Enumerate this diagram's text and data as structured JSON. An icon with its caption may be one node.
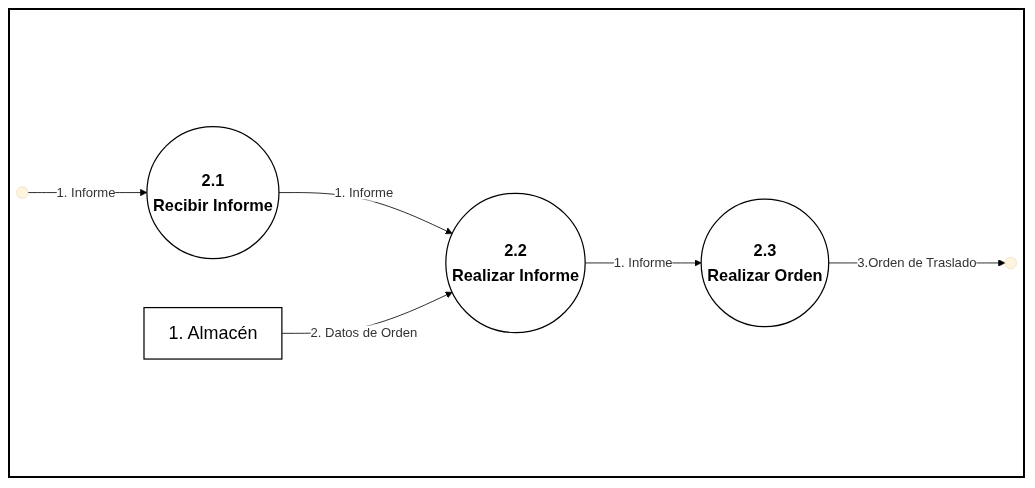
{
  "diagram": {
    "nodes": [
      {
        "text": [
          "2.1",
          "Recibir Informe"
        ]
      },
      {
        "text": [
          "2.2",
          "Realizar Informe"
        ]
      },
      {
        "text": [
          "2.3",
          "Realizar Orden"
        ]
      },
      {
        "text": [
          "1. Almacén"
        ]
      }
    ],
    "edges": [
      {
        "from": null,
        "to": 0,
        "arrow": "to",
        "label": "1. Informe"
      },
      {
        "from": 0,
        "to": 1,
        "arrow": "to",
        "label": "1. Informe"
      },
      {
        "from": 1,
        "to": 2,
        "arrow": "to",
        "label": "1. Informe"
      },
      {
        "from": 3,
        "to": 1,
        "arrow": "to",
        "label": "2. Datos de Orden"
      },
      {
        "from": 2,
        "to": null,
        "arrow": "to",
        "label": "3.Orden de Traslado"
      }
    ]
  }
}
